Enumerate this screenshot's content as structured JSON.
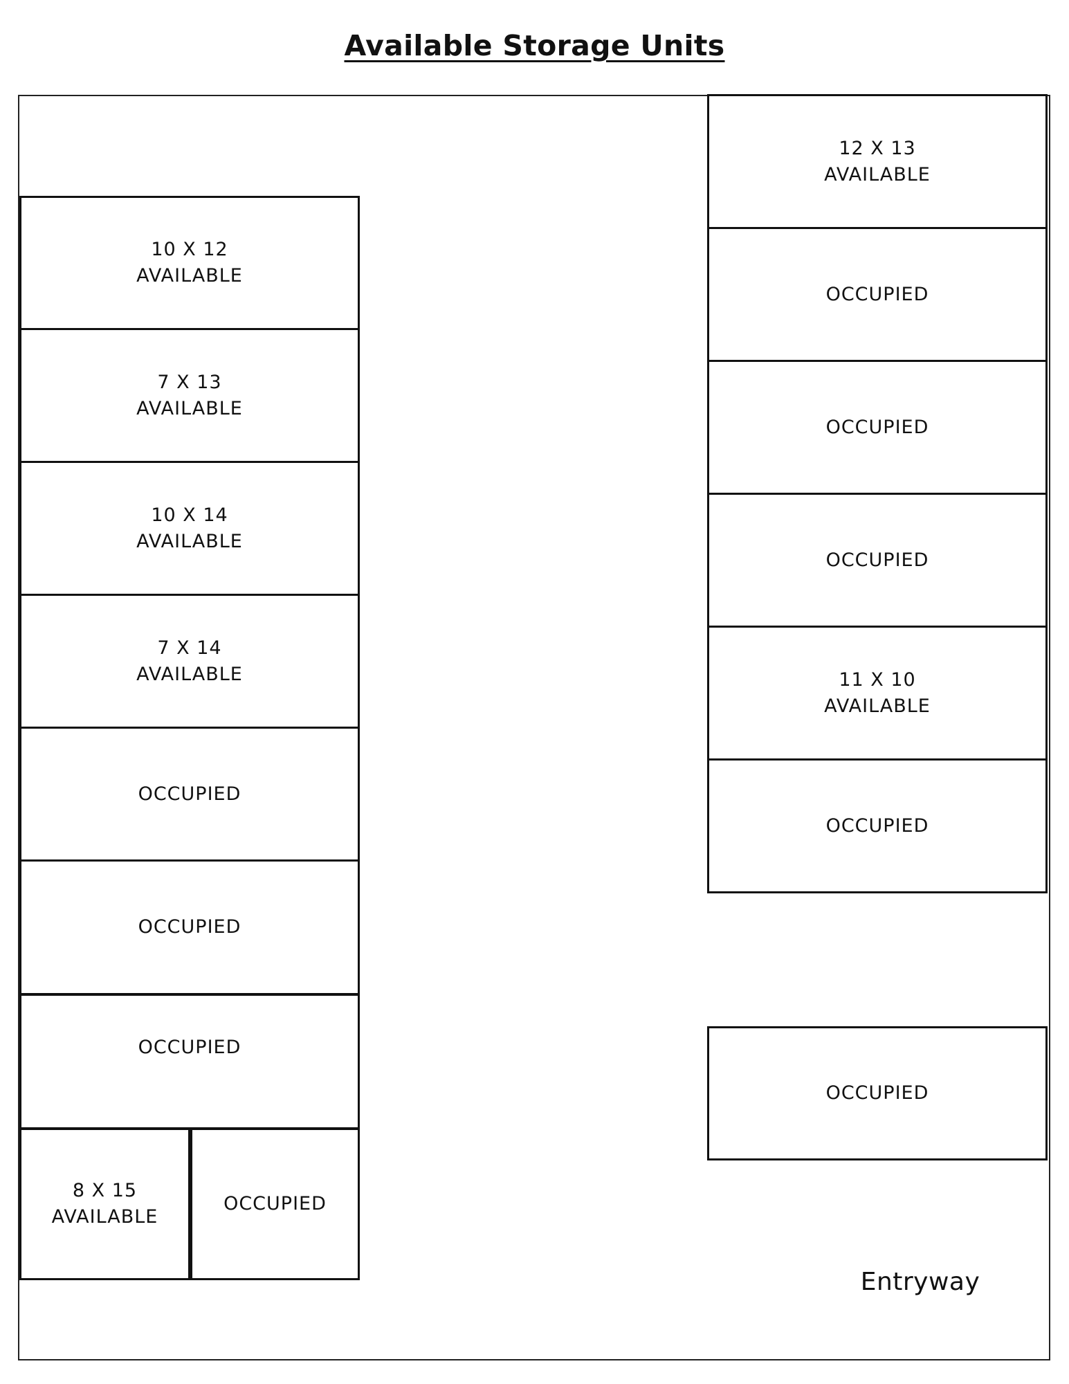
{
  "title": "Available Storage Units",
  "left_column": [
    {
      "size": "10 X 12",
      "status": "AVAILABLE"
    },
    {
      "size": "7 X 13",
      "status": "AVAILABLE"
    },
    {
      "size": "10 X 14",
      "status": "AVAILABLE"
    },
    {
      "size": "7 X 14",
      "status": "AVAILABLE"
    },
    {
      "size": "",
      "status": "OCCUPIED"
    },
    {
      "size": "",
      "status": "OCCUPIED"
    },
    {
      "size": "",
      "status": "OCCUPIED"
    }
  ],
  "bottom_pair": [
    {
      "size": "8 X 15",
      "status": "AVAILABLE"
    },
    {
      "size": "",
      "status": "OCCUPIED"
    }
  ],
  "right_column": [
    {
      "size": "12 X 13",
      "status": "AVAILABLE"
    },
    {
      "size": "",
      "status": "OCCUPIED"
    },
    {
      "size": "",
      "status": "OCCUPIED"
    },
    {
      "size": "",
      "status": "OCCUPIED"
    },
    {
      "size": "11 X 10",
      "status": "AVAILABLE"
    },
    {
      "size": "",
      "status": "OCCUPIED"
    }
  ],
  "right_lower_unit": {
    "size": "",
    "status": "OCCUPIED"
  },
  "entryway_label": "Entryway"
}
